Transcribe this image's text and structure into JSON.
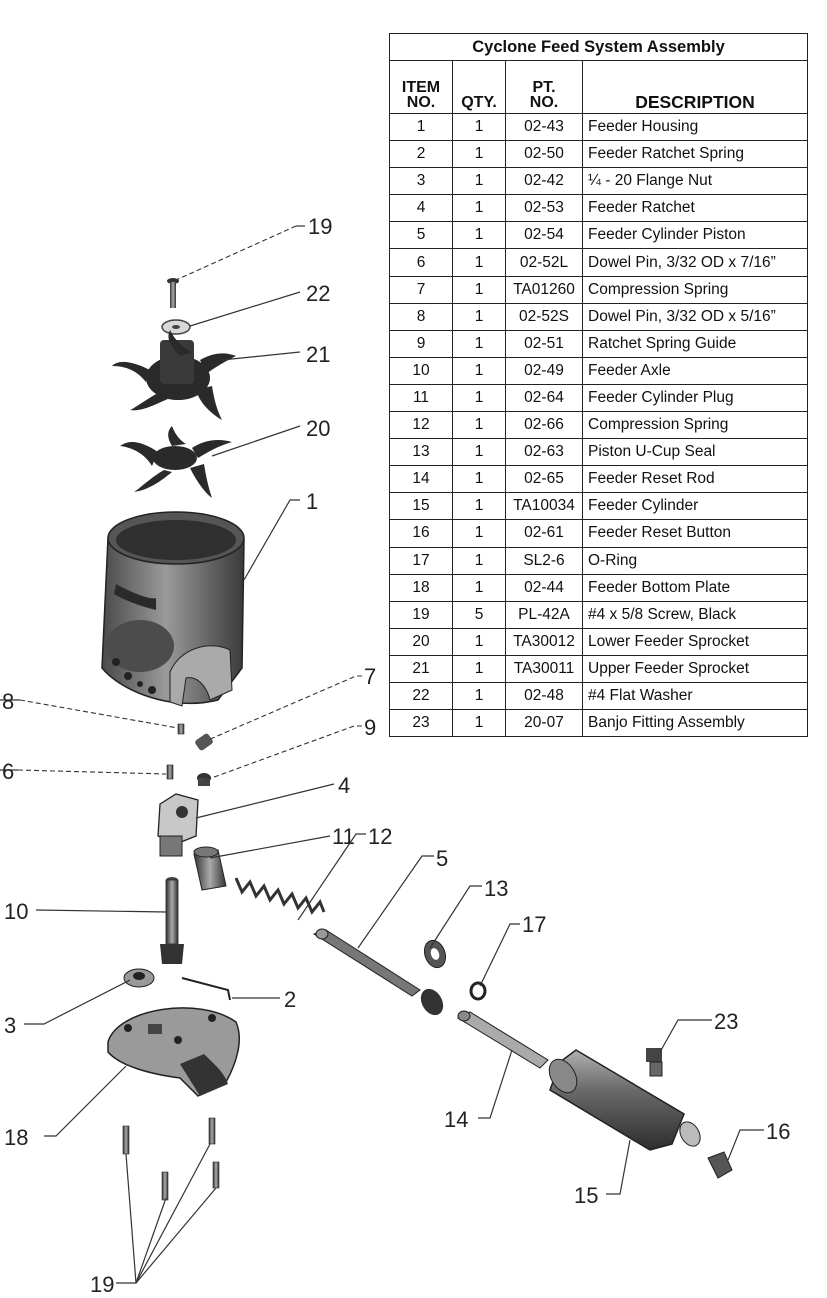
{
  "table": {
    "title": "Cyclone Feed System Assembly",
    "headers": {
      "item": [
        "ITEM",
        "NO."
      ],
      "qty": "QTY.",
      "pt": [
        "PT.",
        "NO."
      ],
      "desc": "DESCRIPTION"
    },
    "rows": [
      {
        "item": "1",
        "qty": "1",
        "pt": "02-43",
        "desc": "Feeder Housing"
      },
      {
        "item": "2",
        "qty": "1",
        "pt": "02-50",
        "desc": "Feeder Ratchet Spring"
      },
      {
        "item": "3",
        "qty": "1",
        "pt": "02-42",
        "desc": "¼ - 20 Flange Nut"
      },
      {
        "item": "4",
        "qty": "1",
        "pt": "02-53",
        "desc": "Feeder Ratchet"
      },
      {
        "item": "5",
        "qty": "1",
        "pt": "02-54",
        "desc": "Feeder Cylinder Piston"
      },
      {
        "item": "6",
        "qty": "1",
        "pt": "02-52L",
        "desc": "Dowel Pin, 3/32 OD x 7/16”"
      },
      {
        "item": "7",
        "qty": "1",
        "pt": "TA01260",
        "desc": "Compression Spring"
      },
      {
        "item": "8",
        "qty": "1",
        "pt": "02-52S",
        "desc": "Dowel Pin, 3/32 OD x 5/16”"
      },
      {
        "item": "9",
        "qty": "1",
        "pt": "02-51",
        "desc": "Ratchet Spring Guide"
      },
      {
        "item": "10",
        "qty": "1",
        "pt": "02-49",
        "desc": "Feeder Axle"
      },
      {
        "item": "11",
        "qty": "1",
        "pt": "02-64",
        "desc": "Feeder Cylinder Plug"
      },
      {
        "item": "12",
        "qty": "1",
        "pt": "02-66",
        "desc": "Compression Spring"
      },
      {
        "item": "13",
        "qty": "1",
        "pt": "02-63",
        "desc": "Piston U-Cup Seal"
      },
      {
        "item": "14",
        "qty": "1",
        "pt": "02-65",
        "desc": "Feeder Reset Rod"
      },
      {
        "item": "15",
        "qty": "1",
        "pt": "TA10034",
        "desc": "Feeder Cylinder"
      },
      {
        "item": "16",
        "qty": "1",
        "pt": "02-61",
        "desc": "Feeder Reset Button"
      },
      {
        "item": "17",
        "qty": "1",
        "pt": "SL2-6",
        "desc": "O-Ring"
      },
      {
        "item": "18",
        "qty": "1",
        "pt": "02-44",
        "desc": "Feeder Bottom Plate"
      },
      {
        "item": "19",
        "qty": "5",
        "pt": "PL-42A",
        "desc": "#4 x 5/8 Screw, Black"
      },
      {
        "item": "20",
        "qty": "1",
        "pt": "TA30012",
        "desc": "Lower Feeder Sprocket"
      },
      {
        "item": "21",
        "qty": "1",
        "pt": "TA30011",
        "desc": "Upper Feeder Sprocket"
      },
      {
        "item": "22",
        "qty": "1",
        "pt": "02-48",
        "desc": "#4 Flat Washer"
      },
      {
        "item": "23",
        "qty": "1",
        "pt": "20-07",
        "desc": "Banjo Fitting Assembly"
      }
    ]
  },
  "callouts": {
    "c1": "1",
    "c2": "2",
    "c3": "3",
    "c4": "4",
    "c5": "5",
    "c6": "6",
    "c7": "7",
    "c8": "8",
    "c9": "9",
    "c10": "10",
    "c11": "11",
    "c12": "12",
    "c13": "13",
    "c14": "14",
    "c15": "15",
    "c16": "16",
    "c17": "17",
    "c18": "18",
    "c19_top": "19",
    "c19_bottom": "19",
    "c20": "20",
    "c21": "21",
    "c22": "22",
    "c23": "23"
  }
}
